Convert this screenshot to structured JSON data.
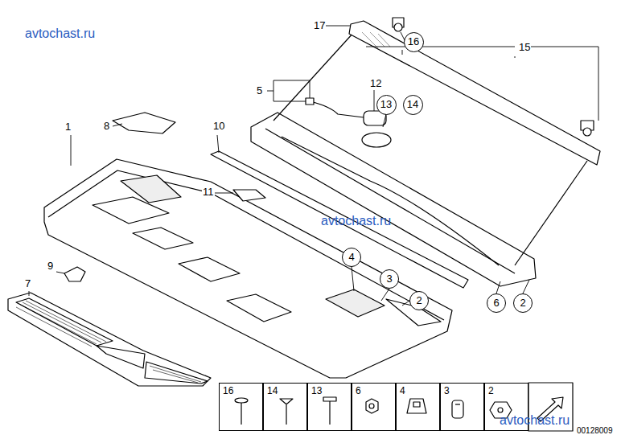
{
  "diagram": {
    "nodes": [
      {
        "text": [
          "16"
        ]
      },
      {
        "text": [
          "13"
        ]
      },
      {
        "text": [
          "14"
        ]
      },
      {
        "text": [
          "4"
        ]
      },
      {
        "text": [
          "3"
        ]
      },
      {
        "text": [
          "2"
        ]
      },
      {
        "text": [
          "6"
        ]
      },
      {
        "text": [
          "2"
        ]
      },
      {
        "text": [
          "16"
        ]
      },
      {
        "text": [
          "14"
        ]
      },
      {
        "text": [
          "13"
        ]
      },
      {
        "text": [
          "6"
        ]
      },
      {
        "text": [
          "4"
        ]
      },
      {
        "text": [
          "3"
        ]
      },
      {
        "text": [
          "2"
        ]
      }
    ],
    "labels": [
      "avtochast.ru",
      "17",
      "15",
      "5",
      "12",
      "1",
      "8",
      "10",
      "11",
      "9",
      "7",
      "avtochast.ru",
      "avtochast.ru",
      "00128009"
    ]
  }
}
